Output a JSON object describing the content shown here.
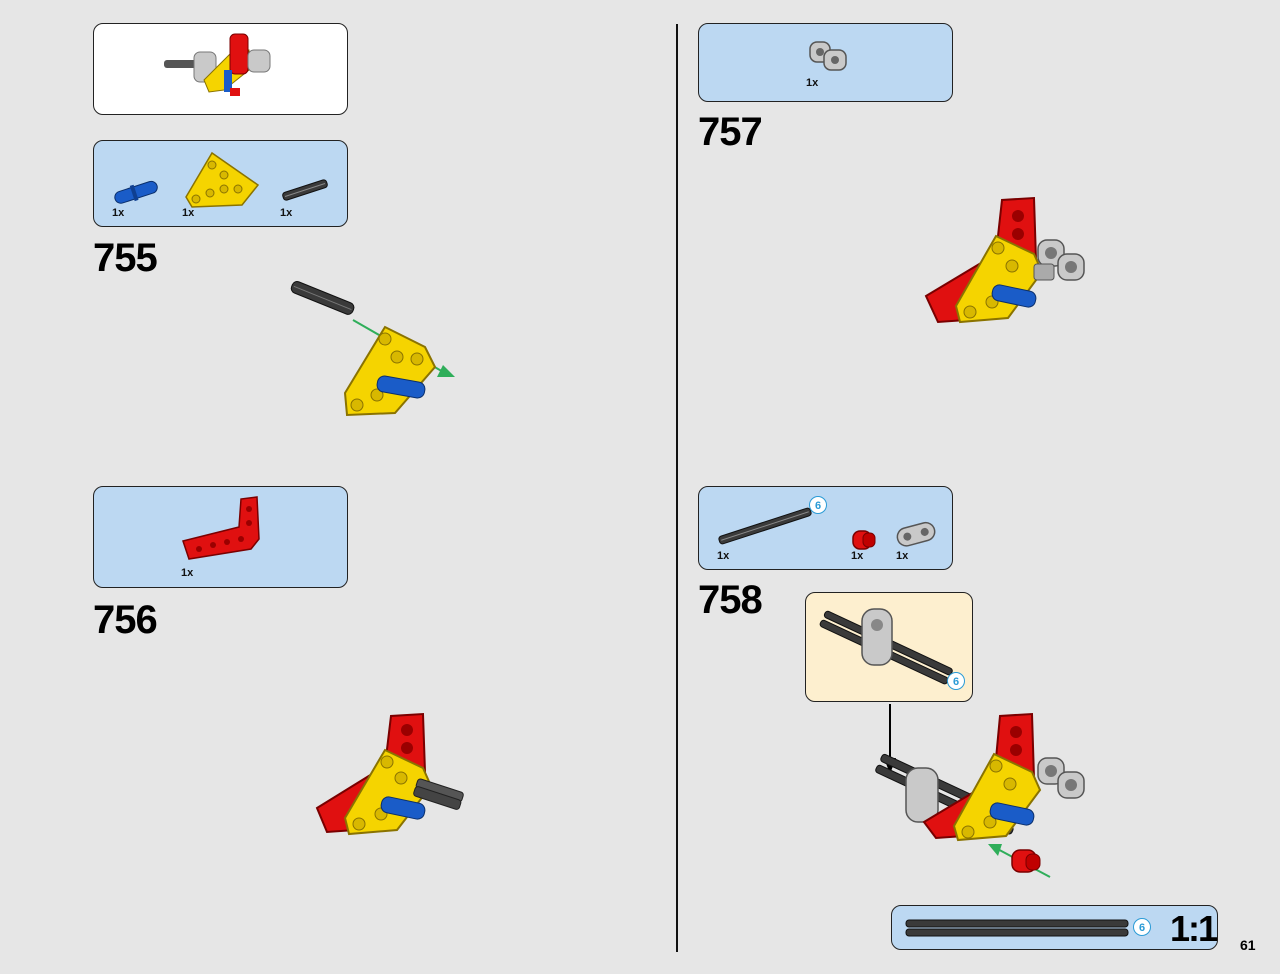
{
  "page_number": "61",
  "steps": [
    {
      "number": "755",
      "parts": [
        {
          "name": "blue-axle-pin",
          "qty": "1x"
        },
        {
          "name": "yellow-triangle-beam",
          "qty": "1x"
        },
        {
          "name": "black-axle",
          "qty": "1x"
        }
      ]
    },
    {
      "number": "756",
      "parts": [
        {
          "name": "red-l-beam",
          "qty": "1x"
        }
      ]
    },
    {
      "number": "757",
      "parts": [
        {
          "name": "gray-axle-connector",
          "qty": "1x"
        }
      ]
    },
    {
      "number": "758",
      "parts": [
        {
          "name": "black-axle-6",
          "qty": "1x",
          "length": "6"
        },
        {
          "name": "red-bush",
          "qty": "1x"
        },
        {
          "name": "gray-connector",
          "qty": "1x"
        }
      ],
      "callout_length": "6"
    }
  ],
  "scale_box": {
    "length": "6",
    "label": "1:1"
  },
  "colors": {
    "parts_bg": "#bcd8f2",
    "callout_bg": "#fdefcf",
    "red": "#e01010",
    "yellow": "#f5d400",
    "blue": "#1a5cc8",
    "gray": "#b8b8b8",
    "dark": "#333333",
    "arrow_green": "#2fae5a"
  }
}
